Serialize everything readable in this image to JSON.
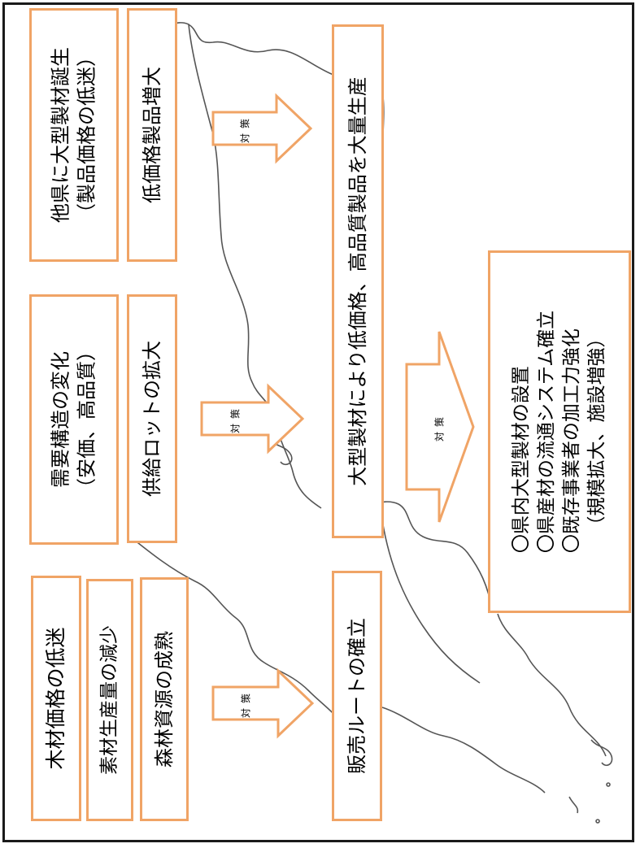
{
  "col1": {
    "line1": "木材価格の低迷",
    "line2": "素材生産量の減少",
    "line3": "森林資源の成熟",
    "result": "販売ルートの確立"
  },
  "col2": {
    "issue_line1": "需要構造の変化",
    "issue_line2": "（安価、高品質）",
    "supply": "供給ロットの拡大"
  },
  "col3": {
    "issue_line1": "他県に大型製材誕生",
    "issue_line2": "（製品価格の低迷）",
    "increase": "低価格製品増大"
  },
  "center_result": "大型製材により低価格、高品質製品を大量生産",
  "measures": {
    "item1": "〇県内大型製材の設置",
    "item2": "〇県産材の流通システム確立",
    "item3": "〇既存事業者の加工力強化",
    "item4": "（規模拡大、施設増強）"
  },
  "arrow_label": "対策",
  "colors": {
    "box_border": "#f0a466",
    "arrow_border": "#f0a466",
    "map_line": "#555555",
    "frame": "#1a1a1a"
  }
}
